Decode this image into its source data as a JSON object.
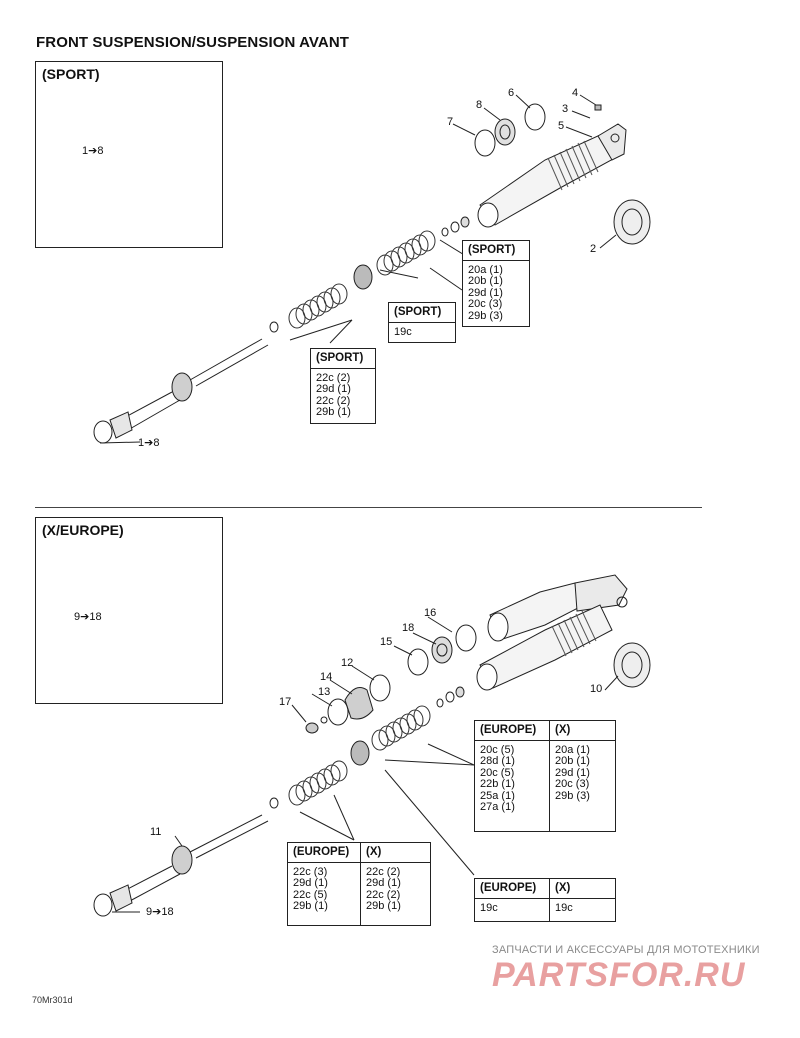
{
  "title": "FRONT SUSPENSION/SUSPENSION AVANT",
  "sections": {
    "sport": {
      "label": "(SPORT)",
      "inset_ref": "1➔8",
      "rod_ref": "1➔8"
    },
    "x_europe": {
      "label": "(X/EUROPE)",
      "inset_ref": "9➔18",
      "rod_ref": "9➔18"
    }
  },
  "callouts": {
    "c2": "2",
    "c3": "3",
    "c4": "4",
    "c5": "5",
    "c6": "6",
    "c7": "7",
    "c8": "8",
    "c10": "10",
    "c11": "11",
    "c12": "12",
    "c13": "13",
    "c14": "14",
    "c15": "15",
    "c16": "16",
    "c17": "17",
    "c18": "18"
  },
  "tables": {
    "sport_upper": {
      "header": "(SPORT)",
      "rows": [
        "20a (1)",
        "20b (1)",
        "29d (1)",
        "20c (3)",
        "29b (3)"
      ]
    },
    "sport_mid": {
      "header": "(SPORT)",
      "rows": [
        "19c"
      ]
    },
    "sport_lower": {
      "header": "(SPORT)",
      "rows": [
        "22c (2)",
        "29d (1)",
        "22c (2)",
        "29b (1)"
      ]
    },
    "x_upper": {
      "col1": {
        "header": "(EUROPE)",
        "rows": [
          "20c (5)",
          "28d (1)",
          "20c (5)",
          "22b (1)",
          "25a (1)",
          "27a (1)"
        ]
      },
      "col2": {
        "header": "(X)",
        "rows": [
          "20a (1)",
          "20b (1)",
          "29d (1)",
          "20c (3)",
          "29b (3)"
        ]
      }
    },
    "x_lower": {
      "col1": {
        "header": "(EUROPE)",
        "rows": [
          "22c (3)",
          "29d (1)",
          "22c (5)",
          "29b (1)"
        ]
      },
      "col2": {
        "header": "(X)",
        "rows": [
          "22c (2)",
          "29d (1)",
          "22c (2)",
          "29b (1)"
        ]
      }
    },
    "x_mid": {
      "col1": {
        "header": "(EUROPE)",
        "rows": [
          "19c"
        ]
      },
      "col2": {
        "header": "(X)",
        "rows": [
          "19c"
        ]
      }
    }
  },
  "watermark": {
    "line1": "ЗАПЧАСТИ И АКСЕССУАРЫ ДЛЯ МОТОТЕХНИКИ",
    "logo": "PARTSFOR.RU",
    "color": "#e8a0a0"
  },
  "image_code": "70Mr301d"
}
